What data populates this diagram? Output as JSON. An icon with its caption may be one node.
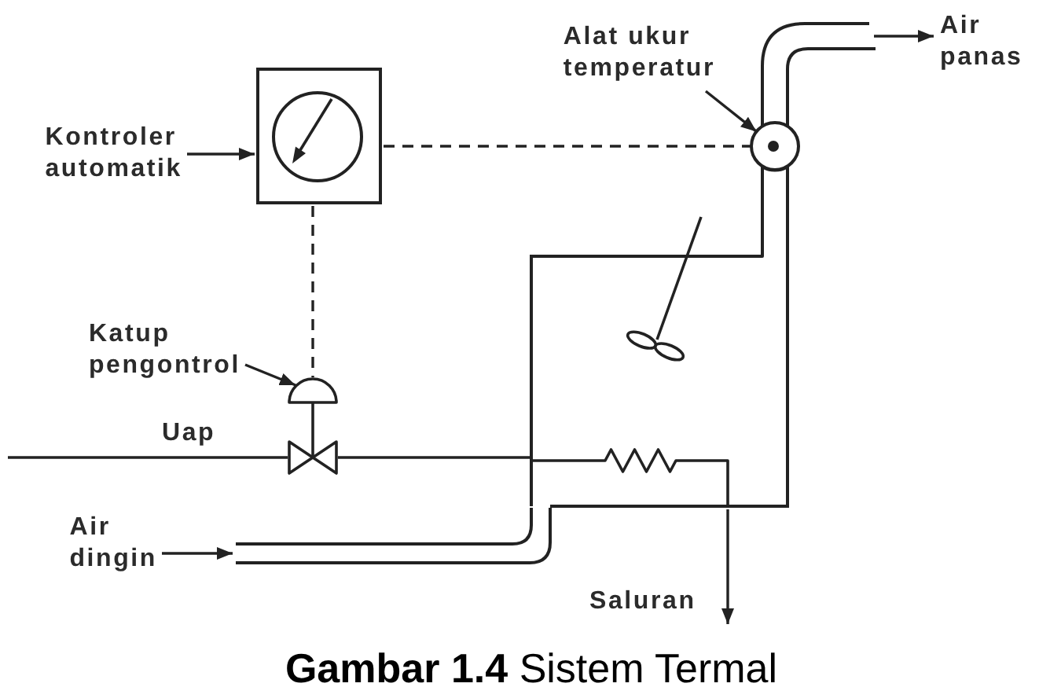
{
  "diagram": {
    "caption": "**Gambar 1.4** Sistem Termal",
    "nodes": [
      {
        "text": [
          "Alat ukur temperatur"
        ]
      },
      {
        "text": [
          "Air panas"
        ]
      },
      {
        "text": [
          "Kontroler automatik"
        ]
      },
      {
        "text": [],
        "shape": "box"
      },
      {
        "text": [],
        "shape": "circle"
      },
      {
        "text": [],
        "shape": "tank"
      },
      {
        "text": [
          "Katup pengontrol"
        ]
      },
      {
        "text": [],
        "shape": "valve"
      },
      {
        "text": [
          "Air dingin"
        ]
      }
    ],
    "edges": [
      {
        "from": 2,
        "to": 3,
        "arrow": "to"
      },
      {
        "from": 0,
        "to": 4,
        "arrow": "to"
      },
      {
        "from": 3,
        "to": 4,
        "arrow": "none",
        "style": "dashed"
      },
      {
        "from": 6,
        "to": 7,
        "arrow": "to"
      },
      {
        "from": 3,
        "to": 7,
        "arrow": "none",
        "style": "dashed"
      },
      {
        "from": null,
        "to": 7,
        "arrow": "none",
        "label": "Uap"
      },
      {
        "from": 7,
        "to": 5,
        "arrow": "none"
      },
      {
        "from": 5,
        "to": null,
        "arrow": "to"
      },
      {
        "from": 8,
        "to": null,
        "arrow": "to"
      },
      {
        "from": null,
        "to": 1,
        "arrow": "to"
      },
      {
        "from": 5,
        "to": 4,
        "arrow": "none"
      }
    ],
    "labels": [
      "Saluran"
    ]
  }
}
